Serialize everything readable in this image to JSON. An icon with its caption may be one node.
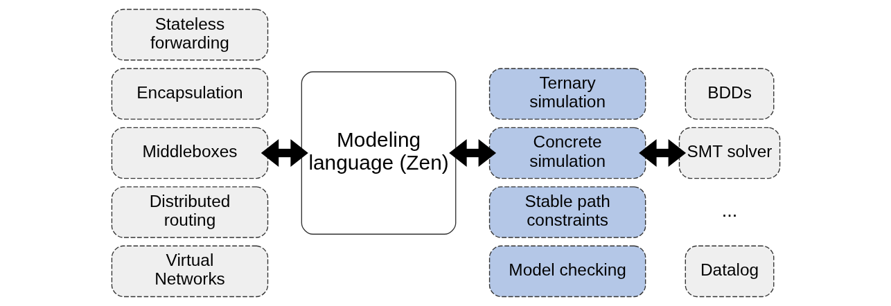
{
  "diagram": {
    "nodes": [
      {
        "text": [
          "Stateless forwarding"
        ]
      },
      {
        "text": [
          "Encapsulation"
        ]
      },
      {
        "text": [
          "Middleboxes"
        ]
      },
      {
        "text": [
          "Distributed routing"
        ]
      },
      {
        "text": [
          "Virtual Networks"
        ]
      },
      {
        "text": [
          "Modeling language (Zen)"
        ]
      },
      {
        "text": [
          "Ternary simulation"
        ]
      },
      {
        "text": [
          "Concrete simulation"
        ]
      },
      {
        "text": [
          "Stable path constraints"
        ]
      },
      {
        "text": [
          "Model checking"
        ]
      },
      {
        "text": [
          "BDDs"
        ]
      },
      {
        "text": [
          "SMT solver"
        ]
      },
      {
        "text": [
          "Datalog"
        ]
      }
    ],
    "edges": [
      {
        "from": 2,
        "to": 5,
        "arrow": "both"
      },
      {
        "from": 5,
        "to": 7,
        "arrow": "both"
      },
      {
        "from": 7,
        "to": 11,
        "arrow": "both"
      }
    ],
    "labels": [
      "..."
    ]
  }
}
